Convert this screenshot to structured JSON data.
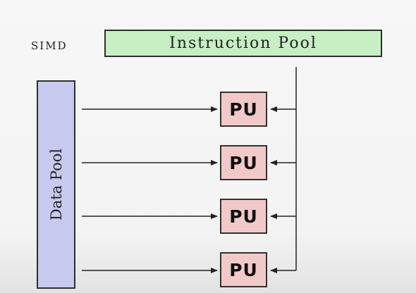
{
  "simd_label": "SIMD",
  "instruction_pool": {
    "label": "Instruction Pool",
    "color": "#c8eec4"
  },
  "data_pool": {
    "label": "Data Pool",
    "color": "#c7c9ee"
  },
  "processing_units": [
    {
      "label": "PU"
    },
    {
      "label": "PU"
    },
    {
      "label": "PU"
    },
    {
      "label": "PU"
    }
  ],
  "pu_color": "#f2c9c9"
}
